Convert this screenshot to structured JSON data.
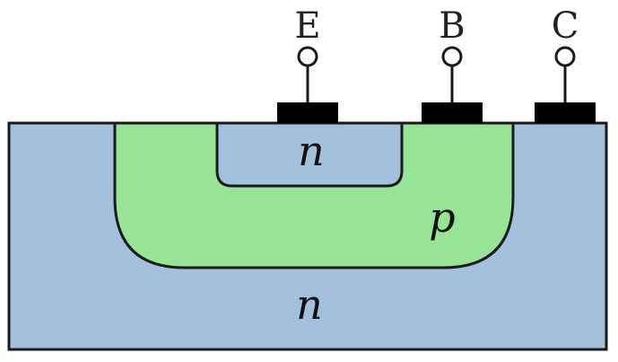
{
  "colors": {
    "n_region": "#A3C0DC",
    "p_region": "#97E497",
    "contact": "#000000",
    "outline": "#1A1A1A",
    "terminal_fill": "#FFFFFF"
  },
  "terminals": {
    "emitter": "E",
    "base": "B",
    "collector": "C"
  },
  "regions": {
    "emitter_label": "n",
    "base_label": "p",
    "collector_label": "n"
  }
}
